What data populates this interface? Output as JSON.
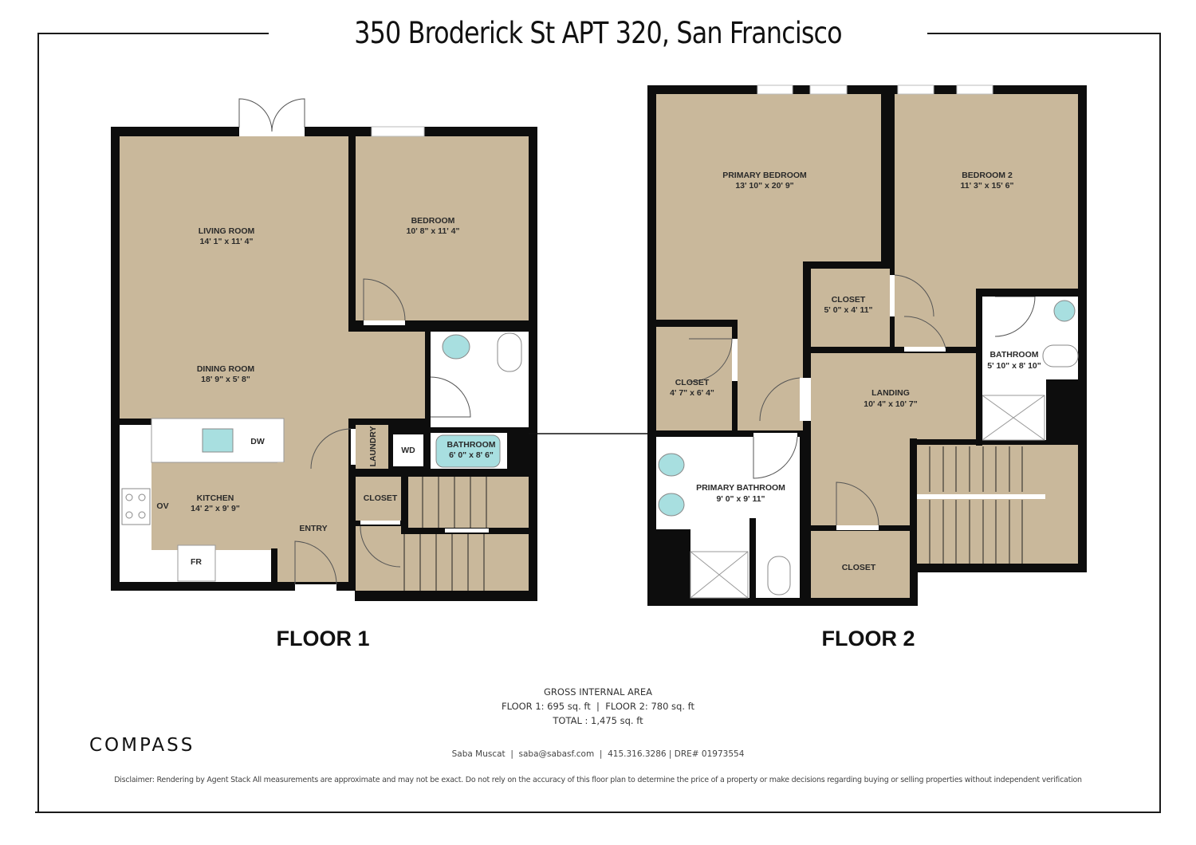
{
  "header": {
    "title": "350 Broderick St APT 320, San Francisco"
  },
  "floors": [
    {
      "label": "FLOOR 1",
      "rooms": [
        {
          "name": "LIVING ROOM",
          "size": "14' 1\" x 11' 4\""
        },
        {
          "name": "BEDROOM",
          "size": "10' 8\" x 11' 4\""
        },
        {
          "name": "DINING ROOM",
          "size": "18' 9\" x 5' 8\""
        },
        {
          "name": "KITCHEN",
          "size": "14' 2\" x 9' 9\""
        },
        {
          "name": "BATHROOM",
          "size": "6' 0\" x 8' 6\""
        },
        {
          "name": "LAUNDRY",
          "size": ""
        },
        {
          "name": "CLOSET",
          "size": ""
        },
        {
          "name": "ENTRY",
          "size": ""
        }
      ],
      "fixtures": [
        "DW",
        "WD",
        "OV",
        "FR"
      ]
    },
    {
      "label": "FLOOR 2",
      "rooms": [
        {
          "name": "PRIMARY BEDROOM",
          "size": "13' 10\" x 20' 9\""
        },
        {
          "name": "BEDROOM 2",
          "size": "11' 3\" x 15' 6\""
        },
        {
          "name": "CLOSET",
          "size": "5' 0\" x 4' 11\""
        },
        {
          "name": "CLOSET",
          "size": "4' 7\" x 6' 4\""
        },
        {
          "name": "BATHROOM",
          "size": "5' 10\" x 8' 10\""
        },
        {
          "name": "LANDING",
          "size": "10' 4\" x 10' 7\""
        },
        {
          "name": "PRIMARY BATHROOM",
          "size": "9' 0\" x 9' 11\""
        },
        {
          "name": "CLOSET",
          "size": ""
        }
      ]
    }
  ],
  "area": {
    "heading": "GROSS INTERNAL AREA",
    "floors_line": "FLOOR 1: 695 sq. ft  |  FLOOR 2: 780 sq. ft",
    "total_line": "TOTAL : 1,475 sq. ft"
  },
  "contact": "Saba Muscat  |  saba@sabasf.com  |  415.316.3286 | DRE# 01973554",
  "brand": {
    "logo": "COMPASS"
  },
  "disclaimer": "Disclaimer: Rendering by Agent Stack All measurements are approximate and may not be exact. Do not rely on the accuracy of this floor plan to determine the price of a property or make decisions regarding buying or selling properties without independent verification",
  "colors": {
    "floor": "#c9b89b",
    "wall": "#0d0d0d",
    "fixture": "#a8dfe0",
    "wet_room": "#ffffff"
  }
}
